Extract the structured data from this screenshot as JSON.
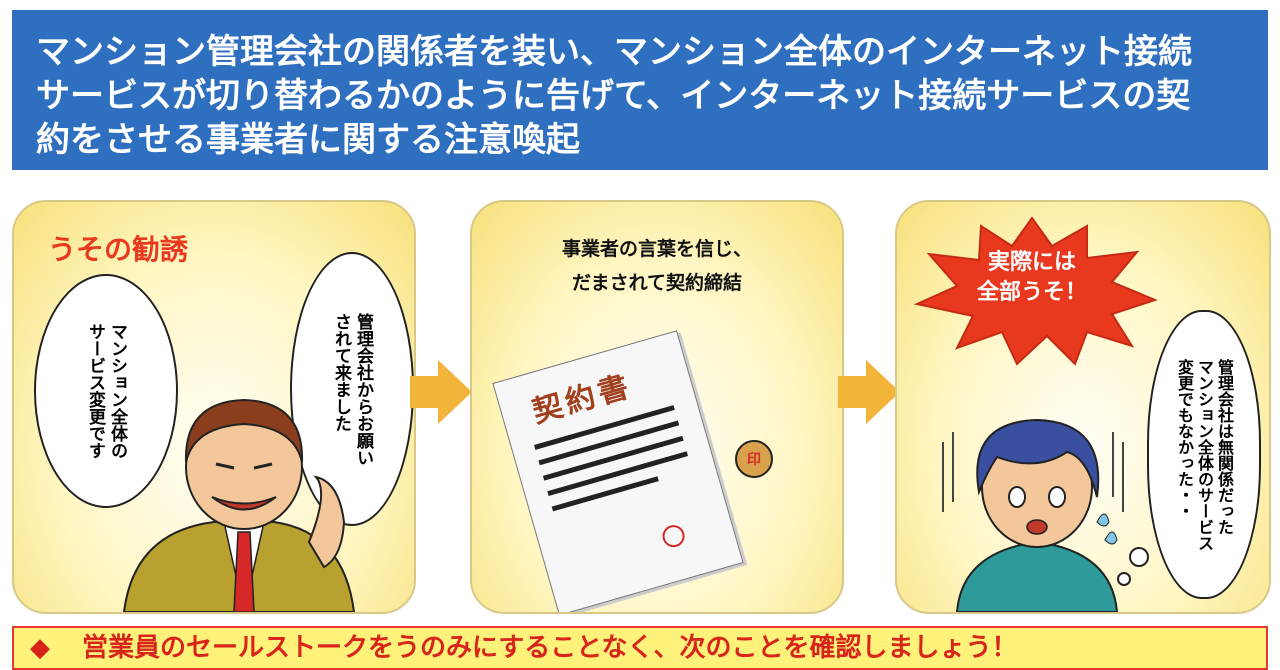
{
  "header": {
    "title_line1": "マンション管理会社の関係者を装い、マンション全体のインターネット接続",
    "title_line2": "サービスが切り替わるかのように告げて、インターネット接続サービスの契",
    "title_line3": "約をさせる事業者に関する注意喚起"
  },
  "panel1": {
    "label": "うその勧誘",
    "bubble_left": "マンション全体の\nサービス変更です",
    "bubble_right": "管理会社からお願い\nされて来ました"
  },
  "panel2": {
    "caption_line1": "事業者の言葉を信じ、",
    "caption_line2": "だまされて契約締結",
    "document_title": "契約書",
    "stamp_char": "印"
  },
  "panel3": {
    "burst_line1": "実際には",
    "burst_line2": "全部うそ！",
    "bubble": "管理会社は無関係だった\nマンション全体のサービス\n変更でもなかった・・"
  },
  "footer": {
    "diamond": "◆",
    "message": "営業員のセールストークをうのみにすることなく、次のことを確認しましょう！"
  },
  "colors": {
    "header_bg": "#2f6fc0",
    "arrow": "#f3b43a",
    "accent_red": "#e8381d",
    "footer_bg": "#fff27a"
  }
}
